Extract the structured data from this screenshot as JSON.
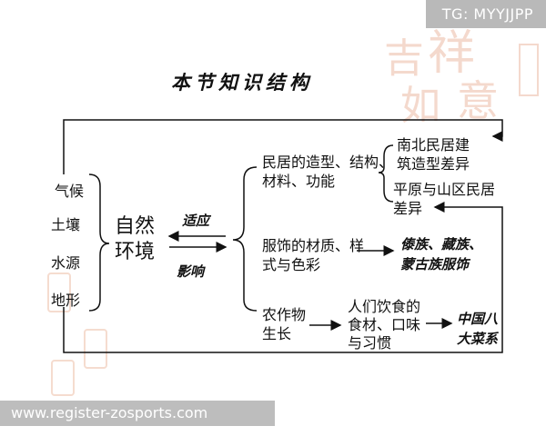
{
  "watermark_tag": "TG: MYYJJPP",
  "footer_url": "www.register-zosports.com",
  "title": "本节知识结构",
  "climate_factors": [
    "气候",
    "土壤",
    "水源",
    "地形"
  ],
  "center_node": [
    "自然",
    "环境"
  ],
  "relation_adapt": "适应",
  "relation_influence": "影响",
  "branch_housing": [
    "民居的造型、结构、",
    "材料、功能"
  ],
  "housing_results": {
    "north_south": [
      "南北民居建",
      "筑造型差异"
    ],
    "plain_mountain": [
      "平原与山区民居",
      "差异"
    ]
  },
  "branch_clothing": [
    "服饰的材质、样",
    "式与色彩"
  ],
  "clothing_result": [
    "傣族、藏族、",
    "蒙古族服饰"
  ],
  "branch_crops": [
    "农作物",
    "生长"
  ],
  "crops_middle": [
    "人们饮食的",
    "食材、口味",
    "与习惯"
  ],
  "crops_result": [
    "中国八",
    "大菜系"
  ],
  "colors": {
    "line": "#111111",
    "tag_bg": "#b9b9b9",
    "footer_bg": "#bdbdbd",
    "seal": "#f0c9b8"
  }
}
